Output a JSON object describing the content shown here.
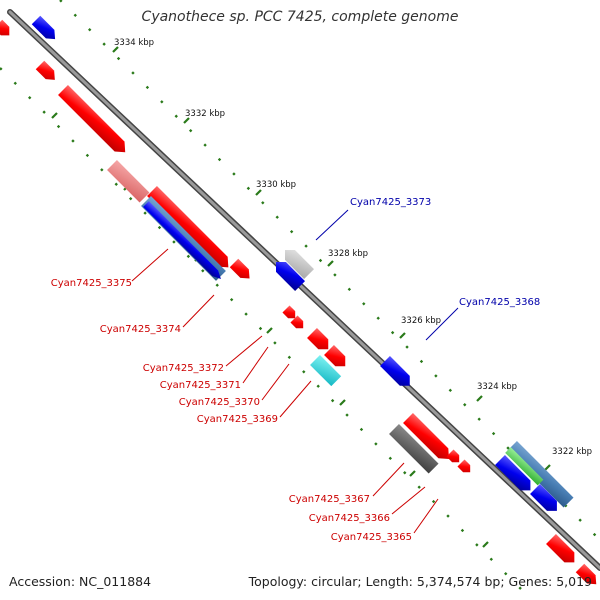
{
  "title": "Cyanothece sp. PCC 7425, complete genome",
  "footer": {
    "accession": "Accession: NC_011884",
    "topology": "Topology: circular; Length: 5,374,574 bp; Genes: 5,019"
  },
  "colors": {
    "backbone": "#777777",
    "tick": "#2a7a1a",
    "label_red": "#cc0000",
    "label_blue": "#0000aa",
    "feature_red": "#ff0000",
    "feature_blue": "#0000ee"
  },
  "ticks": [
    "3334 kbp",
    "3332 kbp",
    "3330 kbp",
    "3328 kbp",
    "3326 kbp",
    "3324 kbp",
    "3322 kbp"
  ],
  "labels": {
    "g3375": "Cyan7425_3375",
    "g3374": "Cyan7425_3374",
    "g3373": "Cyan7425_3373",
    "g3372": "Cyan7425_3372",
    "g3371": "Cyan7425_3371",
    "g3370": "Cyan7425_3370",
    "g3369": "Cyan7425_3369",
    "g3368": "Cyan7425_3368",
    "g3367": "Cyan7425_3367",
    "g3366": "Cyan7425_3366",
    "g3365": "Cyan7425_3365"
  }
}
